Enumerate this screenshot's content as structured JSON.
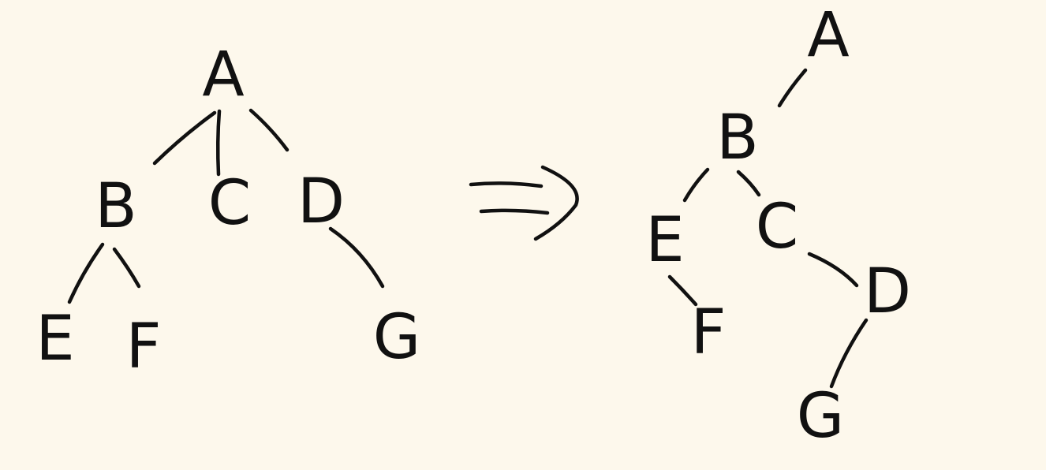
{
  "background_color": "#fdf8ec",
  "ink_color": "#111111",
  "trees": [
    {
      "id": "general-tree",
      "nodes": [
        "A",
        "B",
        "C",
        "D",
        "E",
        "F",
        "G"
      ],
      "edges": [
        [
          "A",
          "B"
        ],
        [
          "A",
          "C"
        ],
        [
          "A",
          "D"
        ],
        [
          "B",
          "E"
        ],
        [
          "B",
          "F"
        ],
        [
          "D",
          "G"
        ]
      ]
    },
    {
      "id": "binary-tree",
      "nodes": [
        "A",
        "B",
        "E",
        "F",
        "C",
        "D",
        "G"
      ],
      "edges": [
        [
          "A",
          "B"
        ],
        [
          "B",
          "E"
        ],
        [
          "B",
          "C"
        ],
        [
          "E",
          "F"
        ],
        [
          "C",
          "D"
        ],
        [
          "D",
          "G"
        ]
      ]
    }
  ],
  "arrow": "⇒"
}
